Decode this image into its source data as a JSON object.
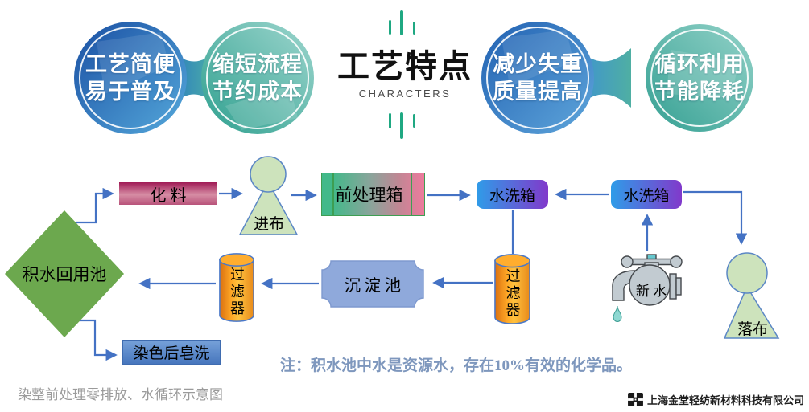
{
  "header": {
    "title": "工艺特点",
    "subtitle": "CHARACTERS",
    "badges": [
      {
        "line1": "工艺简便",
        "line2": "易于普及"
      },
      {
        "line1": "缩短流程",
        "line2": "节约成本"
      },
      {
        "line1": "减少失重",
        "line2": "质量提高"
      },
      {
        "line1": "循环利用",
        "line2": "节能降耗"
      }
    ]
  },
  "flow": {
    "pool_label": "积水回用池",
    "chemical_label": "化 料",
    "fabric_in_label": "进布",
    "pretreatment_label": "前处理箱",
    "wash_box_1_label": "水洗箱",
    "wash_box_2_label": "水洗箱",
    "filter_1_label": "过滤器",
    "filter_2_label": "过滤器",
    "sedimentation_label": "沉 淀 池",
    "soap_wash_label": "染色后皂洗",
    "new_water_label": "新 水",
    "fabric_out_label": "落布",
    "note": "注：积水池中水是资源水，存在10%有效的化学品。"
  },
  "footer": {
    "caption": "染整前处理零排放、水循环示意图",
    "company": "上海金堂轻纺新材料科技有限公司"
  },
  "colors": {
    "arrow": "#4472C4",
    "accent_green": "#1FA882",
    "note_text": "#7E97BD",
    "badge_blue": "#1A4FA3",
    "badge_teal": "#3AA795"
  }
}
